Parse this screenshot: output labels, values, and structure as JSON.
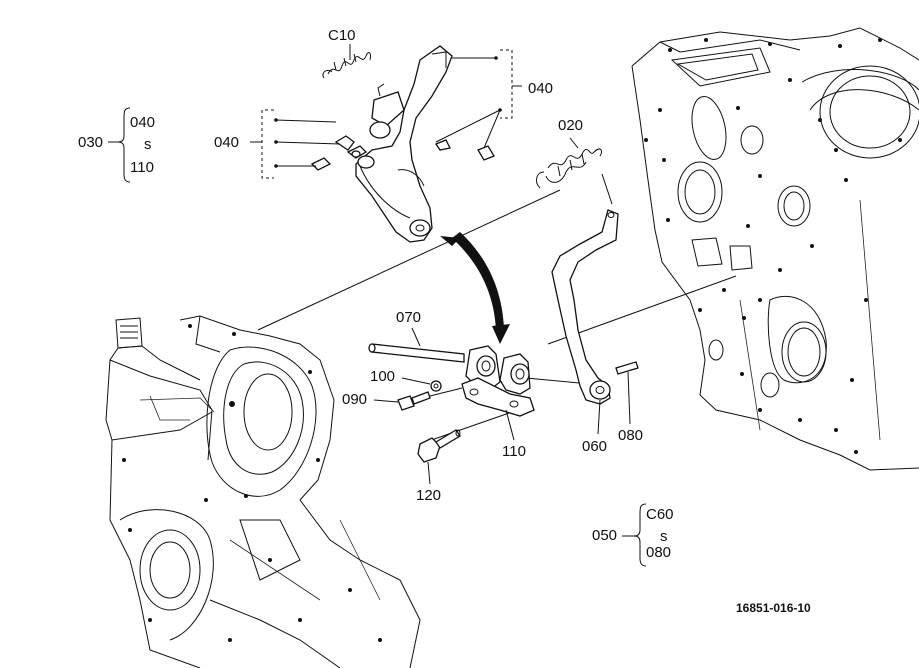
{
  "diagram": {
    "part_labels": {
      "c10": "C10",
      "p040_top": "040",
      "p040_left": "040",
      "p020": "020",
      "p030": "030",
      "p030_from": "040",
      "p030_sep": "s",
      "p030_to": "110",
      "p070": "070",
      "p100": "100",
      "p090": "090",
      "p110": "110",
      "p060": "060",
      "p080": "080",
      "p120": "120",
      "p050": "050",
      "p050_from": "C60",
      "p050_sep": "s",
      "p050_to": "080"
    },
    "drawing_code": "16851-016-10"
  }
}
